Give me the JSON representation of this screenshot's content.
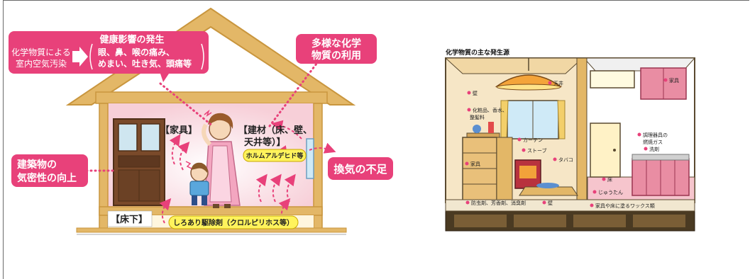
{
  "left_diagram": {
    "callout_health_title": "健康影響の発生",
    "callout_cause_line1": "化学物質による",
    "callout_cause_line2": "室内空気汚染",
    "callout_symptoms_line1": "眼、鼻、喉の痛み、",
    "callout_symptoms_line2": "めまい、吐き気、頭痛等",
    "callout_chem_line1": "多様な化学",
    "callout_chem_line2": "物質の利用",
    "callout_airtight_line1": "建築物の",
    "callout_airtight_line2": "気密性の向上",
    "callout_ventilation": "換気の不足",
    "label_furniture": "【家具】",
    "label_materials_line1": "【建材（床、壁、",
    "label_materials_line2": "天井等）】",
    "label_formaldehyde": "ホルムアルデヒド等",
    "label_underfloor": "【床下】",
    "label_termiticide": "しろあり駆除剤（クロルピリホス等）"
  },
  "right_diagram": {
    "title": "化学物質の主な発生源",
    "labels": {
      "ceiling": "天井",
      "wall": "壁",
      "cosmetics_line1": "化粧品、香水、",
      "cosmetics_line2": "整髪料",
      "curtain": "カーテン",
      "stove": "ストーブ",
      "tobacco": "タバコ",
      "furniture_left": "家具",
      "furniture_right": "家具",
      "gas_line1": "調理器具の",
      "gas_line2": "燃焼ガス",
      "detergent": "洗剤",
      "floor": "床",
      "carpet": "じゅうたん",
      "insecticide": "防虫剤、芳香剤、消臭剤",
      "wall_bottom": "壁",
      "wax": "家具や床に塗るワックス類"
    }
  },
  "colors": {
    "pink": "#e8417a",
    "house_wood": "#e3b767",
    "house_wood_dark": "#c9963e",
    "room_glow": "#fbe0e6",
    "label_yellow": "#fff35c"
  }
}
